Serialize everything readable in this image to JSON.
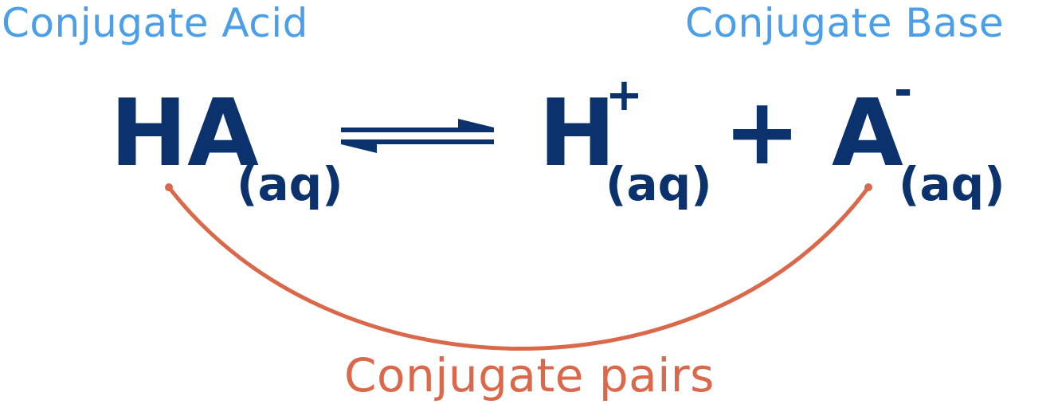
{
  "labels": {
    "conjugate_acid": "Conjugate Acid",
    "conjugate_base": "Conjugate Base",
    "conjugate_pairs": "Conjugate pairs"
  },
  "equation": {
    "acid": "HA",
    "acid_state": "(aq)",
    "proton": "H",
    "proton_charge": "+",
    "proton_state": "(aq)",
    "plus": "+",
    "base": "A",
    "base_charge": "-",
    "base_state": "(aq)"
  },
  "colors": {
    "label_blue": "#4a9fe8",
    "equation_navy": "#0c326e",
    "pair_orange": "#d9694a"
  }
}
